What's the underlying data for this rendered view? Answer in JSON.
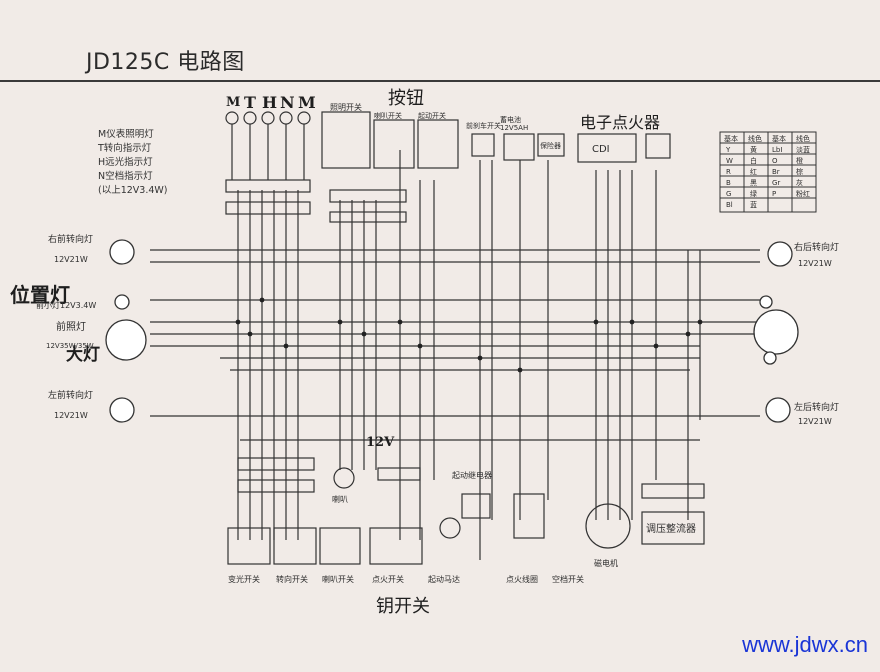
{
  "title": "JD125C 电路图",
  "watermark": "www.jdwx.cn",
  "indicator_letters": [
    "M",
    "T",
    "H",
    "N",
    "M"
  ],
  "indicator_legend": [
    "M仪表照明灯",
    "T转向指示灯",
    "H远光指示灯",
    "N空档指示灯",
    "(以上12V3.4W)"
  ],
  "handwritten": {
    "switch_note": "按钮",
    "cdi_note": "电子点火器",
    "position_lamp": "位置灯",
    "headlamp": "大灯",
    "voltage": "12V",
    "key_switch": "钥开关"
  },
  "left_components": {
    "front_right_turn": "右前转向灯",
    "front_right_turn_spec": "12V21W",
    "front_position": "前小灯12V3.4W",
    "headlamp": "前照灯",
    "headlamp_spec": "12V35W/35W",
    "front_left_turn": "左前转向灯",
    "front_left_turn_spec": "12V21W"
  },
  "right_components": {
    "rear_right_turn": "右后转向灯",
    "rear_right_turn_spec": "12V21W",
    "rear_left_turn": "左后转向灯",
    "rear_left_turn_spec": "12V21W"
  },
  "top_components": {
    "light_switch": "照明开关",
    "horn_switch": "喇叭开关",
    "start_switch": "起动开关",
    "front_brake": "前刹车开关",
    "battery": "蓄电池",
    "battery_spec": "12V5AH",
    "fuse": "保险器",
    "cdi": "CDI"
  },
  "bottom_components": {
    "dimmer_switch": "变光开关",
    "turn_switch": "转向开关",
    "horn_button": "喇叭开关",
    "ignition_switch": "点火开关",
    "horn": "喇叭",
    "start_relay": "起动继电器",
    "starter_motor": "起动马达",
    "ignition_coil": "点火线圈",
    "neutral_switch": "空档开关",
    "magneto": "磁电机",
    "regulator": "调压整流器"
  },
  "color_code_table": {
    "header": [
      "基本",
      "线色",
      "基本",
      "线色"
    ],
    "rows": [
      [
        "Y",
        "黄",
        "LbI",
        "淡蓝"
      ],
      [
        "W",
        "白",
        "O",
        "橙"
      ],
      [
        "R",
        "红",
        "Br",
        "棕"
      ],
      [
        "B",
        "黑",
        "Gr",
        "灰"
      ],
      [
        "G",
        "绿",
        "P",
        "粉红"
      ],
      [
        "Bl",
        "蓝",
        "",
        ""
      ]
    ]
  },
  "colors": {
    "paper": "#f1ebe7",
    "ink": "#2b2b2b",
    "watermark": "#1a35d6"
  }
}
